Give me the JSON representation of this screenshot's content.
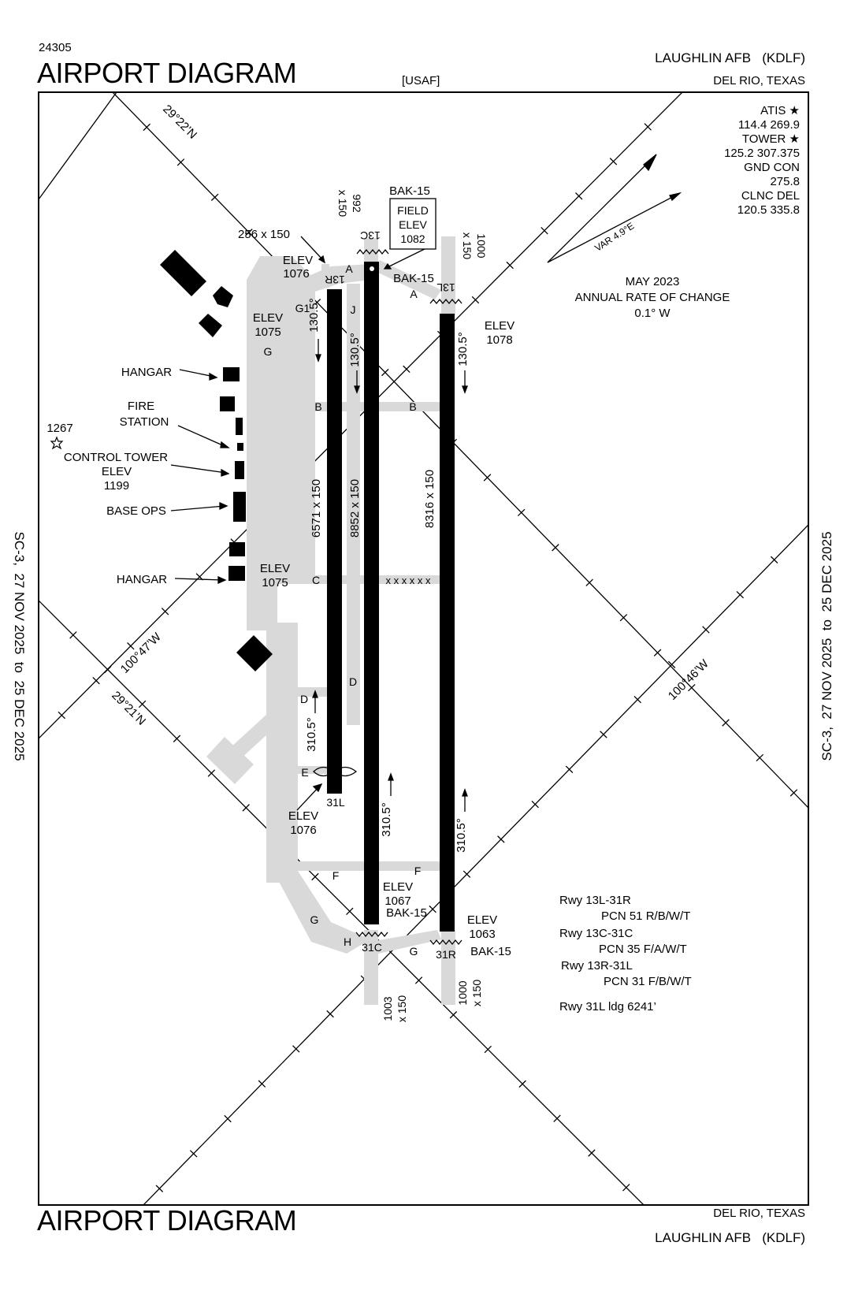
{
  "header": {
    "procedure_number": "24305",
    "title": "AIRPORT DIAGRAM",
    "agency": "[USAF]",
    "airport_name": "LAUGHLIN AFB   (KDLF)",
    "city_state": "DEL RIO, TEXAS"
  },
  "footer": {
    "title": "AIRPORT DIAGRAM",
    "city_state": "DEL RIO, TEXAS",
    "airport_name": "LAUGHLIN AFB   (KDLF)"
  },
  "validity": {
    "left": "SC-3,  27 NOV 2025  to  25 DEC 2025",
    "right": "SC-3,  27 NOV 2025  to  25 DEC 2025"
  },
  "frequencies": [
    {
      "label": "ATIS ★",
      "value": "114.4  269.9"
    },
    {
      "label": "TOWER ★",
      "value": "125.2  307.375"
    },
    {
      "label": "GND CON",
      "value": "275.8"
    },
    {
      "label": "CLNC DEL",
      "value": "120.5  335.8"
    }
  ],
  "magnetic": {
    "variation": "VAR 4.9°E",
    "epoch": "MAY 2023",
    "rate_title": "ANNUAL RATE OF CHANGE",
    "rate": "0.1° W"
  },
  "grid_labels": {
    "lat_north": "29°22’N",
    "lat_south": "29°21’N",
    "lon_west": "100°47’W",
    "lon_east": "100°46’W"
  },
  "runways": [
    {
      "id": "13R-31L",
      "dims": "6571 x 150",
      "ends": [
        "13R",
        "31L"
      ],
      "headings": [
        "130.5°",
        "310.5°"
      ]
    },
    {
      "id": "13C-31C",
      "dims": "8852 x 150",
      "ends": [
        "13C",
        "31C"
      ],
      "headings": [
        "130.5°",
        "310.5°"
      ]
    },
    {
      "id": "13L-31R",
      "dims": "8316 x 150",
      "ends": [
        "13L",
        "31R"
      ],
      "headings": [
        "130.5°",
        "310.5°"
      ]
    }
  ],
  "overruns": {
    "r13r": "256 x 150",
    "r13c": "992\nx 150",
    "r13l": "1000\nx 150",
    "r31c": "1003\nx 150",
    "r31r": "1000\nx 150"
  },
  "arresting_gear": "BAK-15",
  "field_elev": {
    "label1": "FIELD",
    "label2": "ELEV",
    "value": "1082"
  },
  "elevations": {
    "e13r": "1076",
    "e13l": "1078",
    "e31l": "1076",
    "e31c": "1067",
    "e31r": "1063",
    "apron_north": "1075",
    "apron_south": "1075",
    "tower": "1199",
    "obstacle": "1267"
  },
  "elev_word": "ELEV",
  "buildings": {
    "hangar": "HANGAR",
    "fire_station_1": "FIRE",
    "fire_station_2": "STATION",
    "control_tower": "CONTROL TOWER",
    "base_ops": "BASE OPS"
  },
  "taxiways": [
    "A",
    "B",
    "C",
    "D",
    "E",
    "F",
    "G",
    "G1",
    "H",
    "J"
  ],
  "closed_marker": "x x x x x x",
  "pcn_notes": [
    {
      "rwy": "Rwy 13L-31R",
      "pcn": "PCN 51 R/B/W/T"
    },
    {
      "rwy": "Rwy 13C-31C",
      "pcn": "PCN 35 F/A/W/T"
    },
    {
      "rwy": "Rwy 13R-31L",
      "pcn": "PCN 31 F/B/W/T"
    }
  ],
  "landing_note": "Rwy 31L ldg 6241’"
}
